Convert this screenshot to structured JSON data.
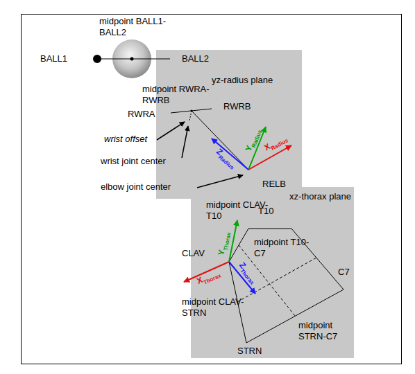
{
  "diagram": {
    "nodes": [
      {
        "text": [
          "yz-radius plane"
        ]
      },
      {
        "text": [
          "xz-thorax plane"
        ]
      }
    ],
    "labels": [
      "midpoint BALL1-BALL2",
      "BALL1",
      "BALL2",
      "midpoint RWRA-RWRB",
      "RWRA",
      "RWRB",
      "wrist offset",
      "wrist joint center",
      "elbow joint center",
      "RELB",
      "Y",
      "Radius",
      "X",
      "Radius",
      "Z",
      "Radius",
      "midpoint CLAV-T10",
      "T10",
      "midpoint T10-C7",
      "CLAV",
      "Y",
      "Thorax",
      "X",
      "Thorax",
      "Z",
      "Thorax",
      "C7",
      "midpoint CLAV-STRN",
      "midpoint STRN-C7",
      "STRN"
    ]
  }
}
